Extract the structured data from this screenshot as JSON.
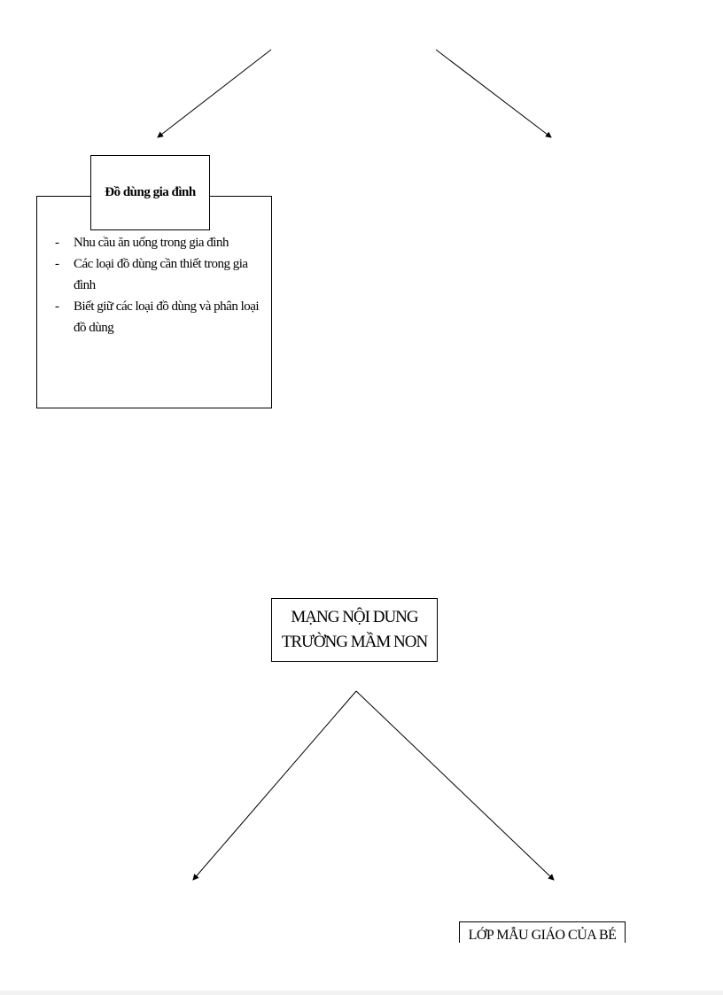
{
  "household": {
    "title": "Đồ dùng gia đình",
    "items": [
      "Nhu cầu ăn uống trong gia đình",
      "Các loại đồ dùng cần thiết trong gia đình",
      "Biết giữ các loại đồ dùng và phân loại đồ dùng"
    ]
  },
  "main": {
    "line1": "MẠNG NỘI DUNG",
    "line2": "TRƯỜNG MẦM NON"
  },
  "class_box": {
    "label": "LỚP MẪU GIÁO CỦA BÉ"
  },
  "colors": {
    "line": "#000000",
    "background": "#ffffff"
  }
}
